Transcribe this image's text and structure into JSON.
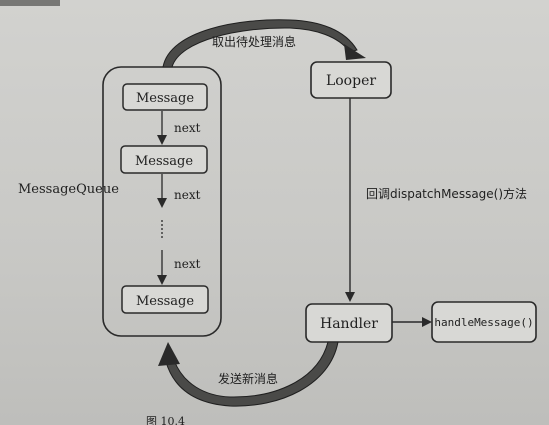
{
  "message_queue": {
    "label": "MessageQueue",
    "messages": [
      "Message",
      "Message",
      "Message"
    ],
    "next_labels": [
      "next",
      "next",
      "next"
    ]
  },
  "looper": {
    "label": "Looper"
  },
  "handler": {
    "label": "Handler"
  },
  "handle_message": {
    "label": "handleMessage()"
  },
  "edges": {
    "take_message": "取出待处理消息",
    "dispatch": "回调dispatchMessage()方法",
    "send_message": "发送新消息"
  },
  "caption_fragment": "图 10.4"
}
